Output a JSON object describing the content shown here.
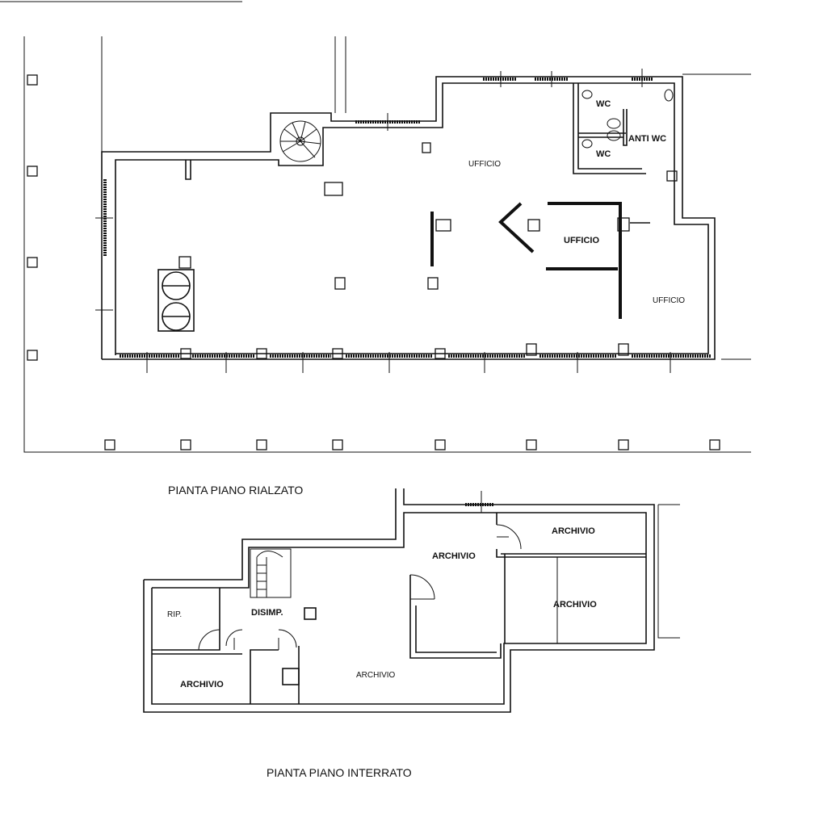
{
  "upper_floor": {
    "title": "PIANTA PIANO RIALZATO",
    "rooms": {
      "ufficio_main": "UFFICIO",
      "ufficio_center": "UFFICIO",
      "ufficio_right": "UFFICIO",
      "wc_top": "WC",
      "anti_wc": "ANTI WC",
      "wc_bottom": "WC"
    }
  },
  "lower_floor": {
    "title": "PIANTA PIANO INTERRATO",
    "rooms": {
      "archivio_top_right": "ARCHIVIO",
      "archivio_mid": "ARCHIVIO",
      "archivio_right": "ARCHIVIO",
      "rip": "RIP.",
      "disimp": "DISIMP.",
      "archivio_large": "ARCHIVIO",
      "archivio_left": "ARCHIVIO"
    }
  }
}
